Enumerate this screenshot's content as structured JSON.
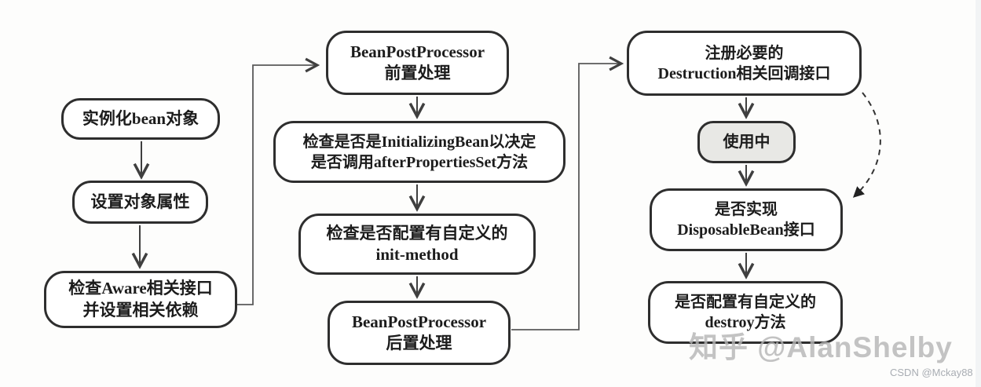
{
  "nodes": {
    "instantiate_bean": {
      "line1": "实例化bean对象"
    },
    "set_properties": {
      "line1": "设置对象属性"
    },
    "check_aware": {
      "line1": "检查Aware相关接口",
      "line2": "并设置相关依赖"
    },
    "bpp_pre": {
      "line1": "BeanPostProcessor",
      "line2": "前置处理"
    },
    "check_initializing": {
      "line1": "检查是否是InitializingBean以决定",
      "line2": "是否调用afterPropertiesSet方法"
    },
    "check_init_method": {
      "line1": "检查是否配置有自定义的",
      "line2": "init-method"
    },
    "bpp_post": {
      "line1": "BeanPostProcessor",
      "line2": "后置处理"
    },
    "register_destruction": {
      "line1": "注册必要的",
      "line2": "Destruction相关回调接口"
    },
    "in_use": {
      "line1": "使用中"
    },
    "check_disposable": {
      "line1": "是否实现",
      "line2": "DisposableBean接口"
    },
    "check_destroy": {
      "line1": "是否配置有自定义的",
      "line2": "destroy方法"
    }
  },
  "watermarks": {
    "zhihu": "知乎 @AlanShelby",
    "csdn": "CSDN @Mckay88"
  },
  "colors": {
    "box_border": "#2e2e2e",
    "box_fill": "#ffffff",
    "in_use_fill": "#e8e8e5",
    "line": "#3f3f3f",
    "text": "#1c1c1c",
    "watermark_large": "#b5b5b5",
    "watermark_small": "#a9adb3"
  }
}
